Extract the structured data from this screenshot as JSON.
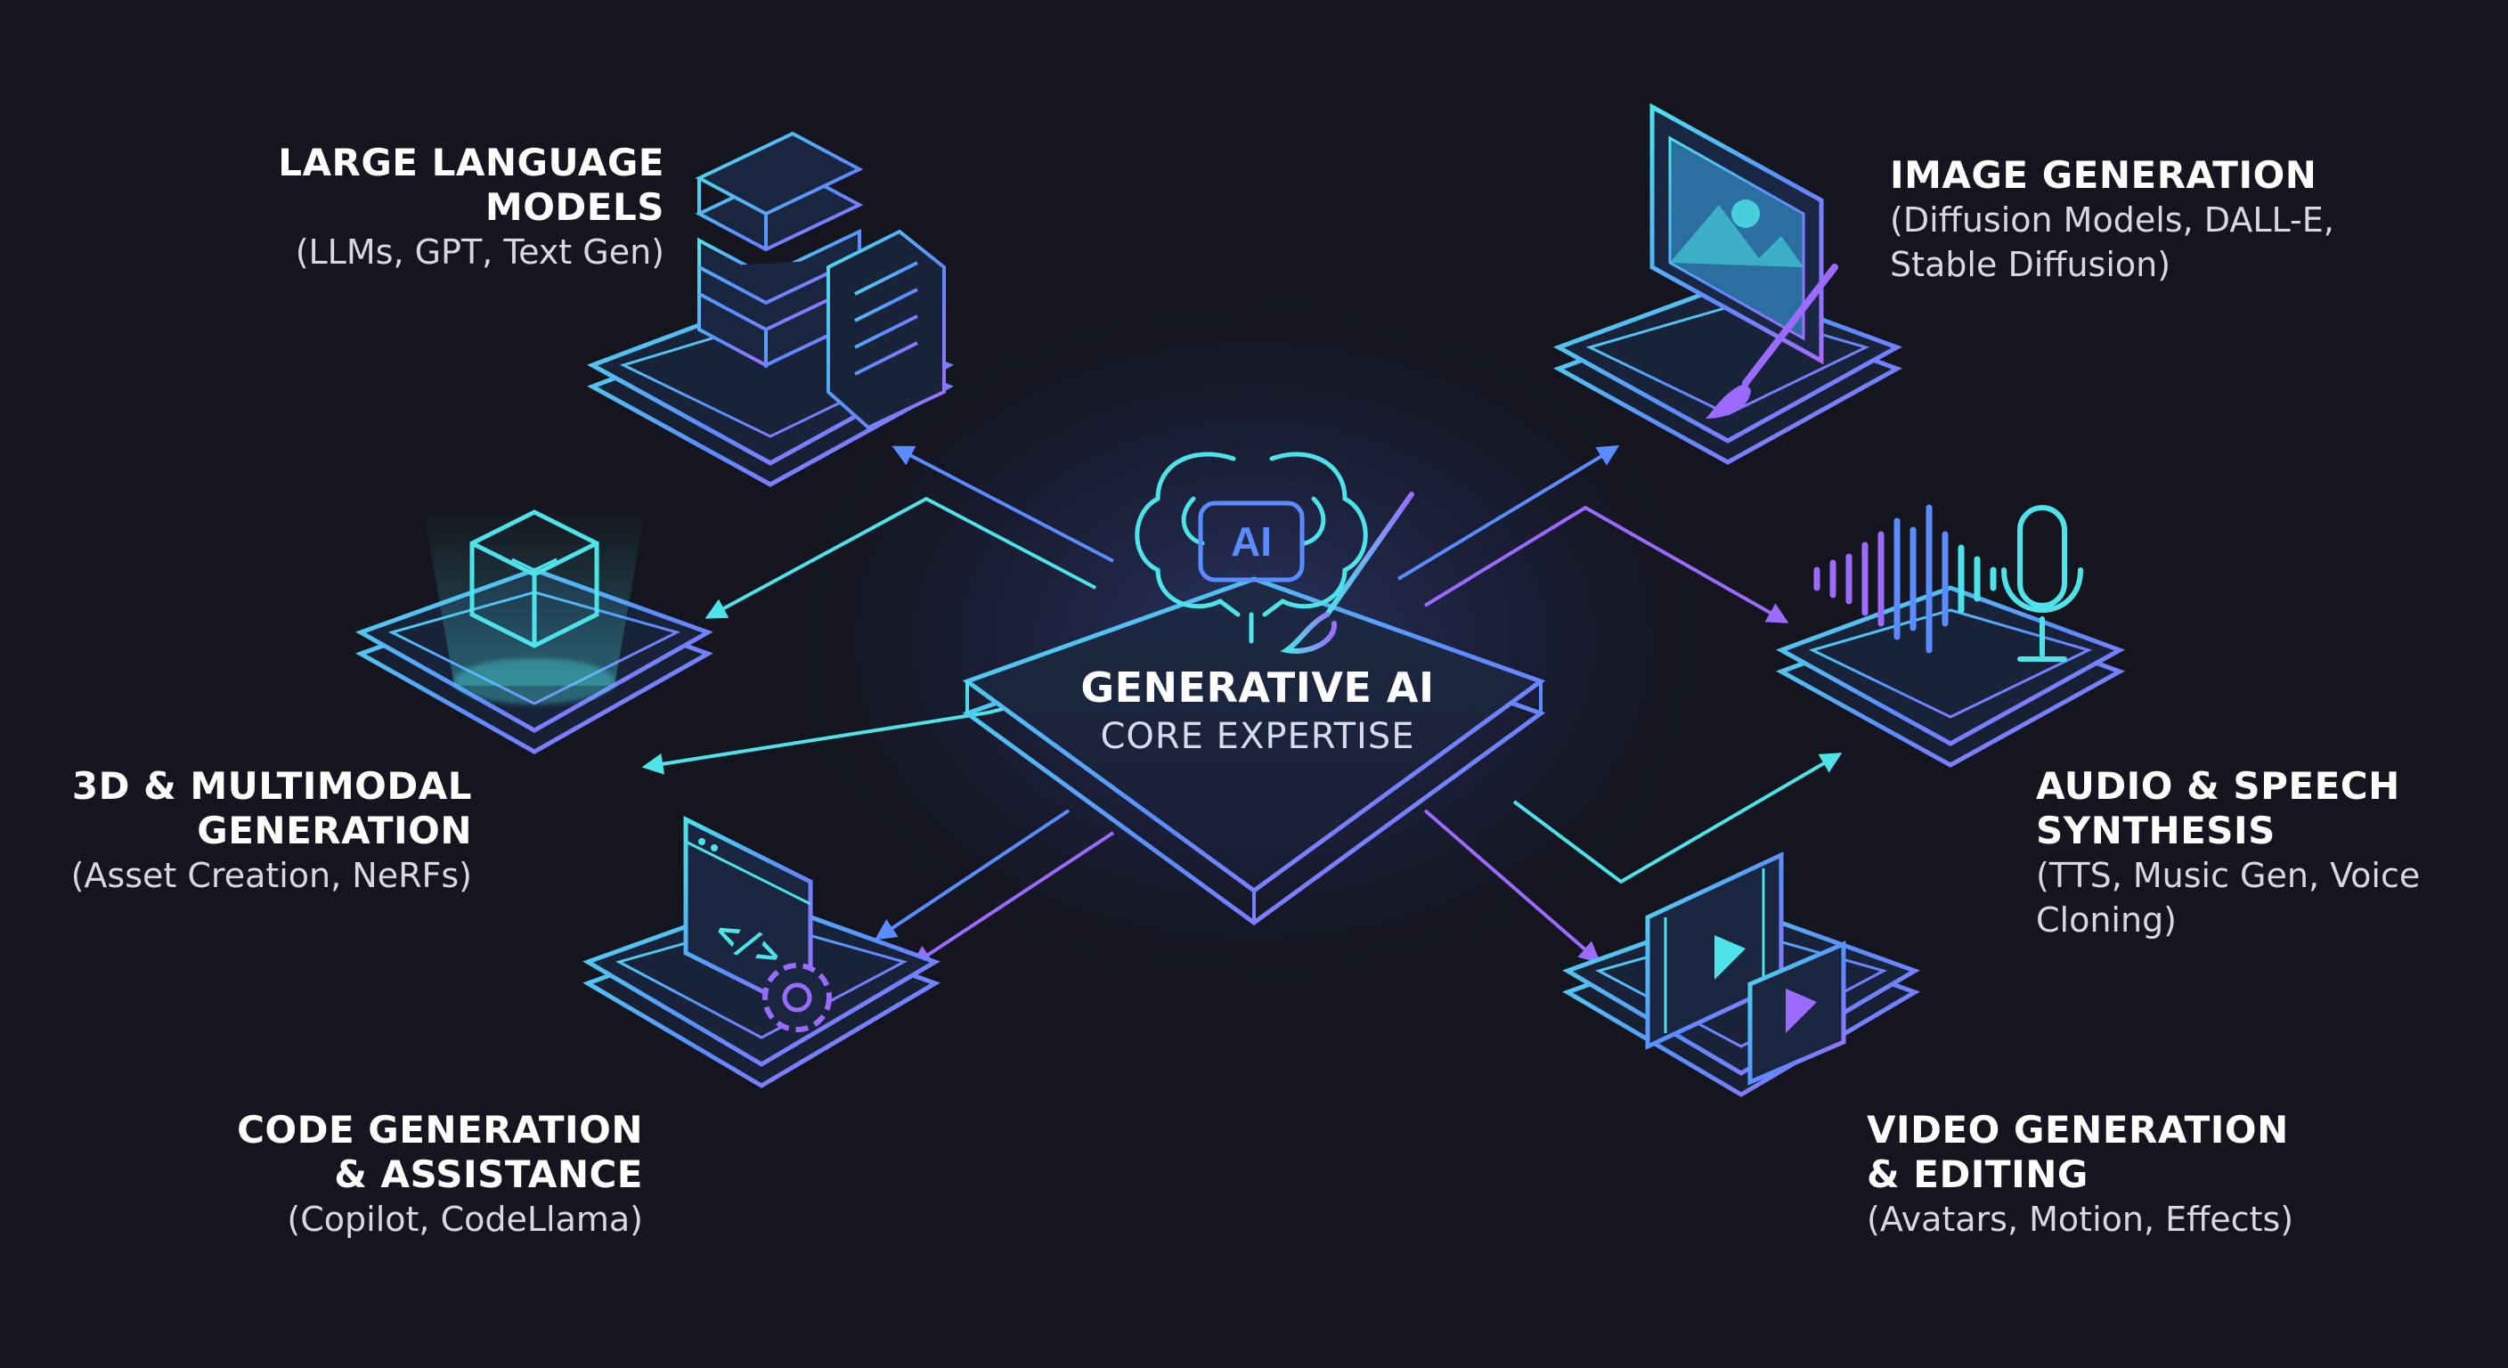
{
  "center": {
    "title": "GENERATIVE AI",
    "subtitle": "CORE EXPERTISE",
    "badge": "AI",
    "icons": [
      "brain-icon",
      "paintbrush-icon"
    ]
  },
  "nodes": {
    "llm": {
      "title1": "LARGE LANGUAGE",
      "title2": "MODELS",
      "sub1": "(LLMs, GPT, Text Gen)",
      "icon": "server-document-icon"
    },
    "image": {
      "title1": "IMAGE GENERATION",
      "sub1": "(Diffusion Models, DALL-E,",
      "sub2": "Stable Diffusion)",
      "icon": "image-brush-icon"
    },
    "threeD": {
      "title1": "3D & MULTIMODAL",
      "title2": "GENERATION",
      "sub1": "(Asset Creation, NeRFs)",
      "icon": "hologram-cube-icon"
    },
    "audio": {
      "title1": "AUDIO & SPEECH",
      "title2": "SYNTHESIS",
      "sub1": "(TTS, Music Gen, Voice",
      "sub2": "Cloning)",
      "icon": "soundwave-microphone-icon"
    },
    "code": {
      "title1": "CODE GENERATION",
      "title2": "& ASSISTANCE",
      "sub1": "(Copilot, CodeLlama)",
      "icon": "code-window-gear-icon",
      "code_glyph": "</>"
    },
    "video": {
      "title1": "VIDEO GENERATION",
      "title2": "& EDITING",
      "sub1": "(Avatars, Motion, Effects)",
      "icon": "video-play-icon"
    }
  },
  "colors": {
    "background": "#14151f",
    "cyan": "#4de3e8",
    "violet": "#9b6bff",
    "blue": "#5b8cff"
  }
}
